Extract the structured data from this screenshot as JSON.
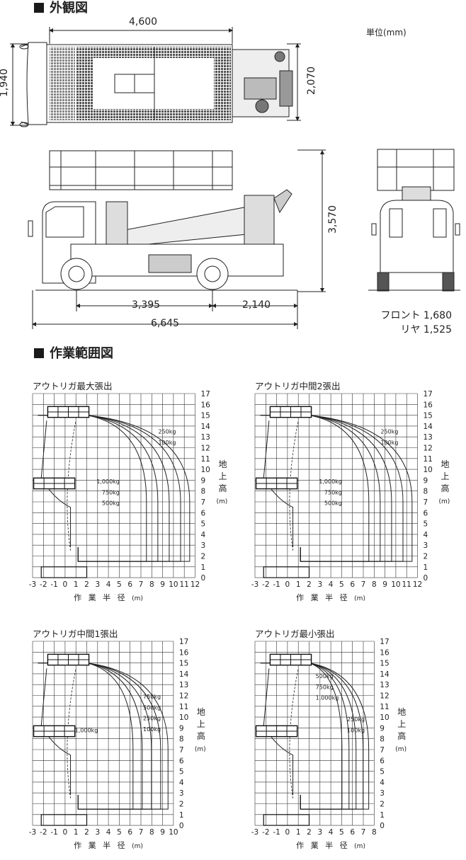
{
  "section_exterior": "外観図",
  "section_workrange": "作業範囲図",
  "unit_label": "単位(mm)",
  "dims": {
    "top_length": "4,600",
    "top_width_left": "1,940",
    "top_width_right": "2,070",
    "side_height": "3,570",
    "wheelbase": "3,395",
    "rear_overhang": "2,140",
    "overall_length": "6,645",
    "front_track": "フロント 1,680",
    "rear_track": "リヤ 1,525"
  },
  "chart_axes": {
    "ylabel_chars": [
      "地",
      "上",
      "高"
    ],
    "yunit": "(m)",
    "xlabel": "作 業 半 径",
    "xunit": "(m)"
  },
  "charts": [
    {
      "title": "アウトリガ最大張出",
      "x_ticks": [
        "-3",
        "-2",
        "-1",
        "0",
        "1",
        "2",
        "3",
        "4",
        "5",
        "6",
        "7",
        "8",
        "9",
        "10",
        "11",
        "12"
      ],
      "y_ticks": [
        "17",
        "16",
        "15",
        "14",
        "13",
        "12",
        "11",
        "10",
        "9",
        "8",
        "7",
        "6",
        "5",
        "4",
        "3",
        "2",
        "1",
        "0"
      ],
      "labels": [
        "250kg",
        "100kg",
        "1,000kg",
        "750kg",
        "500kg"
      ]
    },
    {
      "title": "アウトリガ中間2張出",
      "x_ticks": [
        "-3",
        "-2",
        "-1",
        "0",
        "1",
        "2",
        "3",
        "4",
        "5",
        "6",
        "7",
        "8",
        "9",
        "10",
        "11",
        "12"
      ],
      "y_ticks": [
        "17",
        "16",
        "15",
        "14",
        "13",
        "12",
        "11",
        "10",
        "9",
        "8",
        "7",
        "6",
        "5",
        "4",
        "3",
        "2",
        "1",
        "0"
      ],
      "labels": [
        "250kg",
        "100kg",
        "1,000kg",
        "750kg",
        "500kg"
      ]
    },
    {
      "title": "アウトリガ中間1張出",
      "x_ticks": [
        "-3",
        "-2",
        "-1",
        "0",
        "1",
        "2",
        "3",
        "4",
        "5",
        "6",
        "7",
        "8",
        "9",
        "10"
      ],
      "y_ticks": [
        "17",
        "16",
        "15",
        "14",
        "13",
        "12",
        "11",
        "10",
        "9",
        "8",
        "7",
        "6",
        "5",
        "4",
        "3",
        "2",
        "1",
        "0"
      ],
      "labels": [
        "750kg",
        "500kg",
        "250kg",
        "100kg",
        "1,000kg"
      ]
    },
    {
      "title": "アウトリガ最小張出",
      "x_ticks": [
        "-3",
        "-2",
        "-1",
        "0",
        "1",
        "2",
        "3",
        "4",
        "5",
        "6",
        "7",
        "8"
      ],
      "y_ticks": [
        "17",
        "16",
        "15",
        "14",
        "13",
        "12",
        "11",
        "10",
        "9",
        "8",
        "7",
        "6",
        "5",
        "4",
        "3",
        "2",
        "1",
        "0"
      ],
      "labels": [
        "500kg",
        "750kg",
        "1,000kg",
        "250kg",
        "100kg"
      ]
    }
  ]
}
